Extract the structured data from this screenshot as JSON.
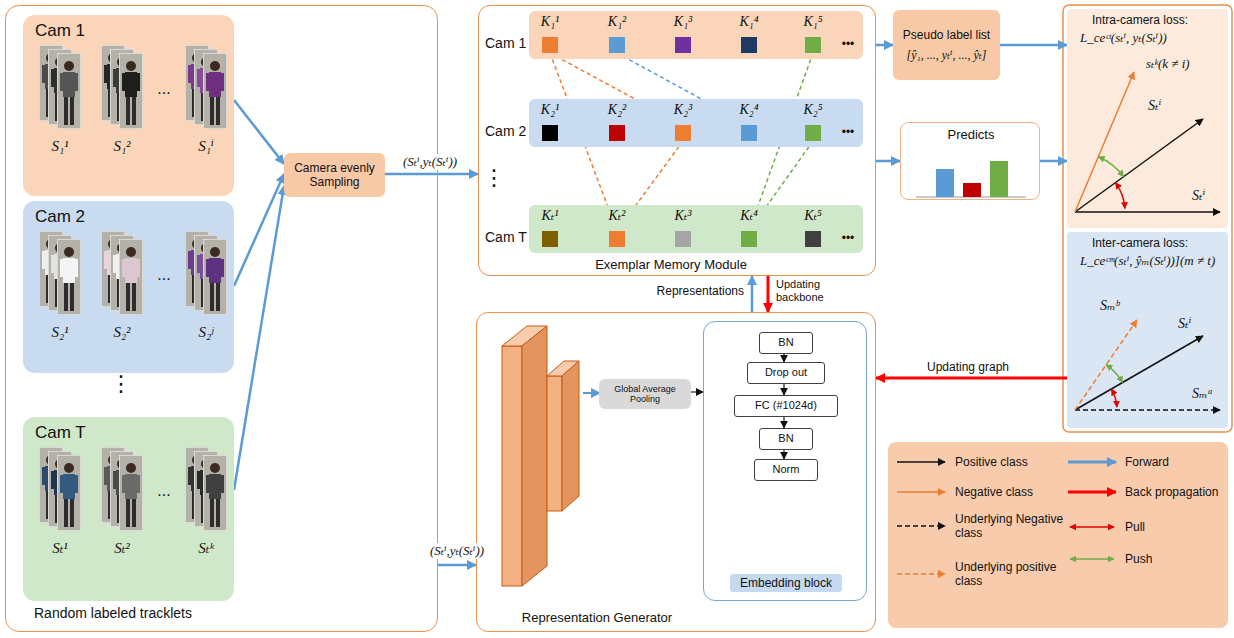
{
  "diagram": {
    "nodes": [
      {
        "text": [
          "⋮",
          "Random labeled tracklets"
        ]
      },
      {
        "text": [
          "Cam 1",
          "S₁¹",
          "S₁²",
          "...",
          "S₁ⁱ"
        ],
        "in": 0
      },
      {
        "text": [
          "Cam 2",
          "S₂¹",
          "S₂²",
          "...",
          "S₂ʲ"
        ],
        "in": 0
      },
      {
        "text": [
          "Cam T",
          "Sₜ¹",
          "Sₜ²",
          "...",
          "Sₜᵏ"
        ],
        "in": 0
      },
      {
        "text": [
          "Camera evenly Sampling"
        ],
        "in": 0
      },
      {
        "text": [
          "⋮",
          "Exemplar Memory Module"
        ]
      },
      {
        "text": [
          "Cam 1",
          "K₁¹",
          "K₁²",
          "K₁³",
          "K₁⁴",
          "K₁⁵",
          "•••"
        ],
        "in": 5
      },
      {
        "text": [
          "Cam 2",
          "K₂¹",
          "K₂²",
          "K₂³",
          "K₂⁴",
          "K₂⁵",
          "•••"
        ],
        "in": 5
      },
      {
        "text": [
          "Cam T",
          "Kₜ¹",
          "Kₜ²",
          "Kₜ³",
          "Kₜ⁴",
          "Kₜ⁵",
          "•••"
        ],
        "in": 5
      },
      {
        "text": [
          "Pseudo label list",
          "[ŷ₁, ..., yₜⁱ, ..., ŷₜ]"
        ]
      },
      {
        "text": [
          "Predicts"
        ]
      },
      {
        "text": [
          "Intra-camera loss:",
          "L_ceᶜᵗ(sₜⁱ, yₜ(Sₜⁱ))",
          "sₜᵏ(k ≠ i)",
          "Sₜⁱ",
          "Sₜⁱ"
        ]
      },
      {
        "text": [
          "Inter-camera loss:",
          "L_ceᶜᵐ(sₜⁱ, ŷₘ(Sₜⁱ))](m ≠ t)",
          "Sₘᵇ",
          "Sₜⁱ",
          "Sₘᵃ"
        ]
      },
      {
        "text": [
          "Representation Generator"
        ]
      },
      {
        "text": [
          "Global Average Pooling"
        ],
        "in": 13
      },
      {
        "text": [
          "Embedding block"
        ],
        "in": 13
      },
      {
        "text": [
          "BN"
        ],
        "in": 15
      },
      {
        "text": [
          "Drop out"
        ],
        "in": 15
      },
      {
        "text": [
          "FC (#1024d)"
        ],
        "in": 15
      },
      {
        "text": [
          "BN"
        ],
        "in": 15
      },
      {
        "text": [
          "Norm"
        ],
        "in": 15
      }
    ],
    "edges": [
      {
        "from": 1,
        "to": 4,
        "arrow": "to"
      },
      {
        "from": 2,
        "to": 4,
        "arrow": "to"
      },
      {
        "from": 3,
        "to": 4,
        "arrow": "to"
      },
      {
        "from": 4,
        "to": 5,
        "label": "(Sₜⁱ,yₜ(Sₜⁱ))",
        "arrow": "to"
      },
      {
        "from": 0,
        "to": 13,
        "label": "(Sₜⁱ,yₜ(Sₜⁱ))",
        "arrow": "to"
      },
      {
        "from": 5,
        "to": 9,
        "arrow": "to"
      },
      {
        "from": 5,
        "to": 10,
        "arrow": "to"
      },
      {
        "from": 9,
        "to": 11,
        "arrow": "to"
      },
      {
        "from": 10,
        "to": 11,
        "arrow": "to"
      },
      {
        "from": 12,
        "to": 13,
        "label": "Updating graph",
        "arrow": "to"
      },
      {
        "from": 13,
        "to": 5,
        "label": "Representations",
        "arrow": "to"
      },
      {
        "from": 5,
        "to": 13,
        "label": "Updating backbone",
        "arrow": "to"
      },
      {
        "from": 14,
        "to": 15,
        "arrow": "to"
      },
      {
        "from": 16,
        "to": 17,
        "arrow": "to"
      },
      {
        "from": 17,
        "to": 18,
        "arrow": "to"
      },
      {
        "from": 18,
        "to": 19,
        "arrow": "to"
      },
      {
        "from": 19,
        "to": 20,
        "arrow": "to"
      }
    ],
    "legend": [
      {
        "text": "Positive class"
      },
      {
        "text": "Forward"
      },
      {
        "text": "Negative class"
      },
      {
        "text": "Back propagation"
      },
      {
        "text": "Underlying Negative class"
      },
      {
        "text": "Pull"
      },
      {
        "text": "Underlying positive class"
      },
      {
        "text": "Push"
      }
    ]
  }
}
